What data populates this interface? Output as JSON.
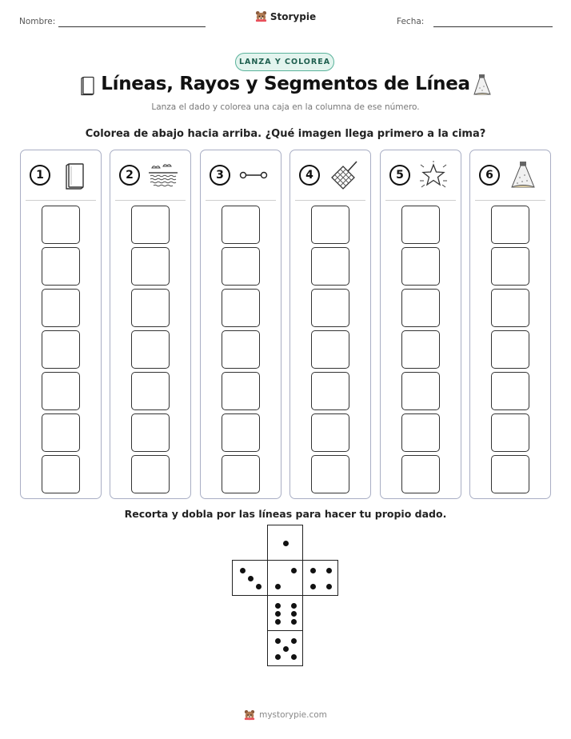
{
  "header": {
    "name_label": "Nombre:",
    "date_label": "Fecha:",
    "brand": "Storypie",
    "brand_icon": "bear-logo-icon"
  },
  "badge": "LANZA Y COLOREA",
  "title": "Líneas, Rayos y Segmentos de Línea",
  "subtitle": "Lanza el dado y colorea una caja en la columna de ese número.",
  "instruction": "Colorea de abajo hacia arriba. ¿Qué imagen llega primero a la cima?",
  "columns": [
    {
      "number": "1",
      "icon": "book-icon",
      "boxes": 7
    },
    {
      "number": "2",
      "icon": "horizon-sea-icon",
      "boxes": 7
    },
    {
      "number": "3",
      "icon": "line-segment-icon",
      "boxes": 7
    },
    {
      "number": "4",
      "icon": "net-grid-icon",
      "boxes": 7
    },
    {
      "number": "5",
      "icon": "sparkle-star-icon",
      "boxes": 7
    },
    {
      "number": "6",
      "icon": "spotlight-beam-icon",
      "boxes": 7
    }
  ],
  "cut_instruction": "Recorta y dobla por las líneas para hacer tu propio dado.",
  "die_faces": [
    {
      "name": "die-face-one",
      "pips": 1
    },
    {
      "name": "die-face-three",
      "pips": 3
    },
    {
      "name": "die-face-two",
      "pips": 2
    },
    {
      "name": "die-face-four",
      "pips": 4
    },
    {
      "name": "die-face-six",
      "pips": 6
    },
    {
      "name": "die-face-five",
      "pips": 5
    }
  ],
  "footer": "mystorypie.com",
  "colors": {
    "accent": "#5ab39b",
    "accent_bg": "#e3f4ee",
    "column_border": "#a9aec4"
  }
}
